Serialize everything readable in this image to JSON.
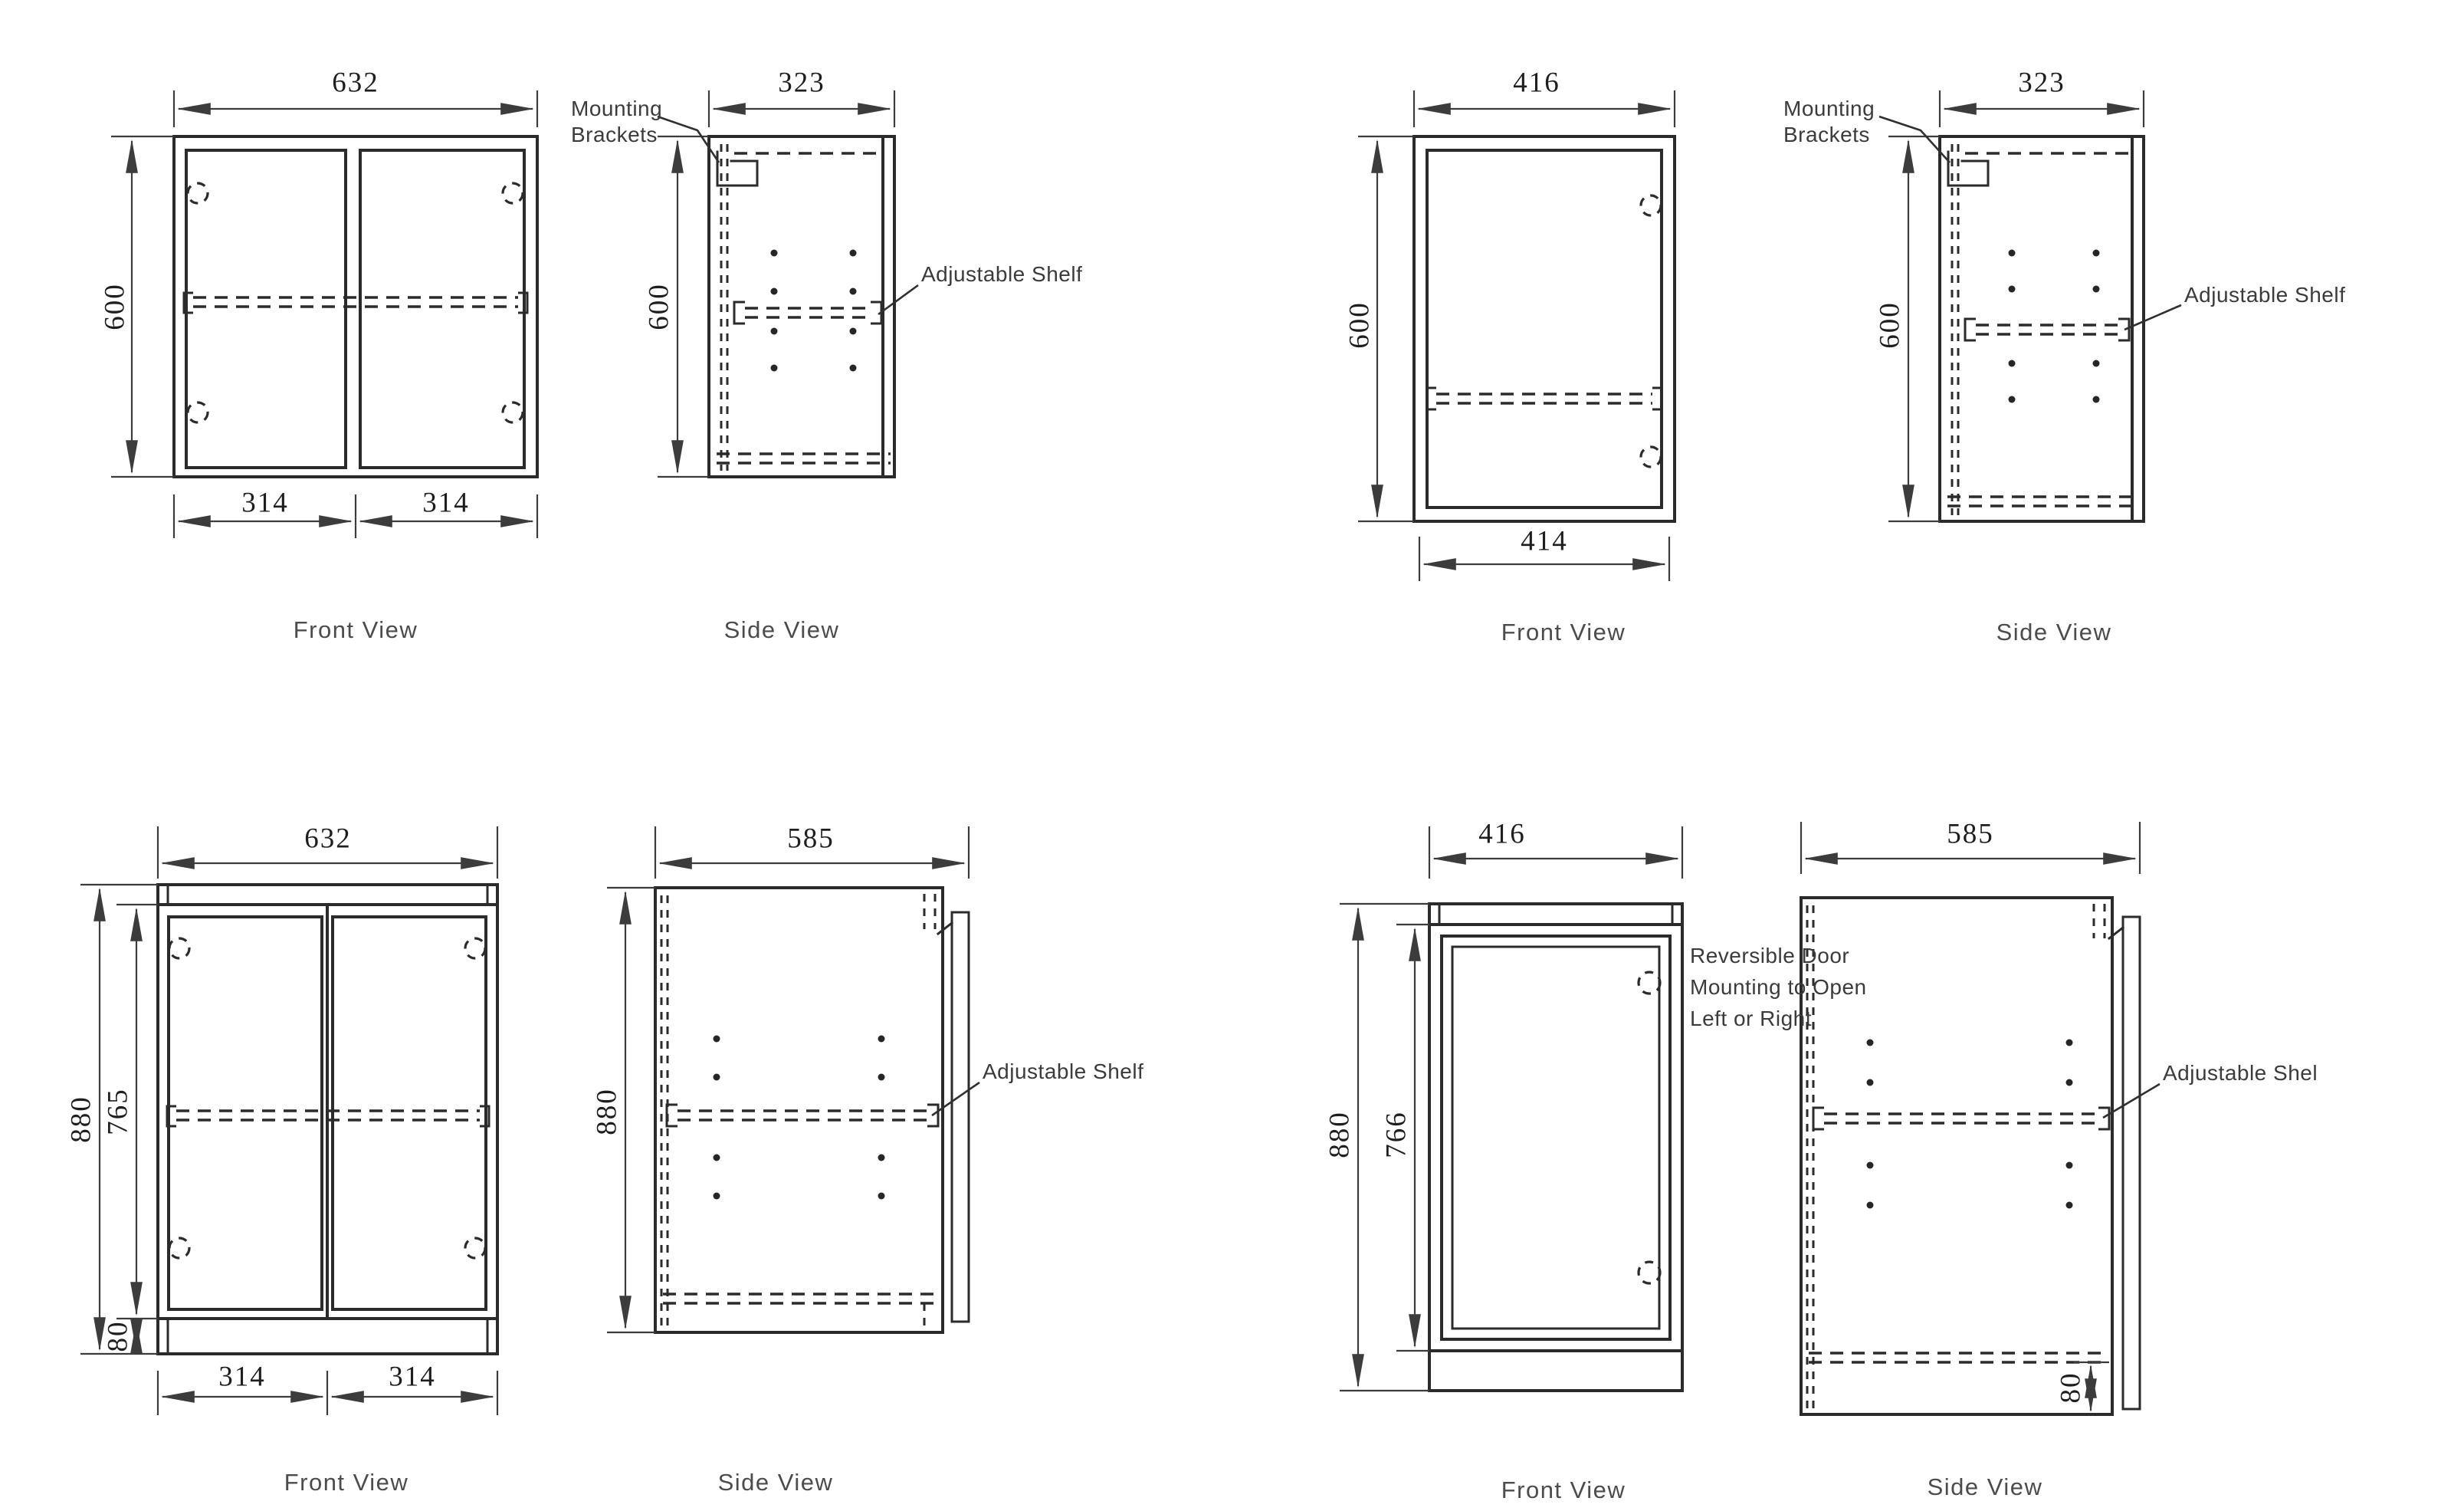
{
  "colors": {
    "background": "#ffffff",
    "line": "#2b2b2b",
    "dimension_text": "#1e1e1e",
    "label_text": "#3b3b3b"
  },
  "views": {
    "wall_double": {
      "front": {
        "title": "Front View",
        "width": "632",
        "height": "600",
        "door_widths": [
          "314",
          "314"
        ]
      },
      "side": {
        "title": "Side View",
        "depth": "323",
        "height": "600"
      }
    },
    "wall_single": {
      "front": {
        "title": "Front View",
        "width": "416",
        "height": "600",
        "opening_width": "414"
      },
      "side": {
        "title": "Side View",
        "depth": "323",
        "height": "600"
      }
    },
    "base_double": {
      "front": {
        "title": "Front View",
        "width": "632",
        "height": "880",
        "door_height": "765",
        "plinth_height": "80",
        "door_widths": [
          "314",
          "314"
        ]
      },
      "side": {
        "title": "Side View",
        "depth": "585",
        "height": "880"
      }
    },
    "base_single": {
      "front": {
        "title": "Front View",
        "width": "416",
        "height": "880",
        "door_height": "766"
      },
      "side": {
        "title": "Side View",
        "depth": "585",
        "plinth_height": "80"
      }
    }
  },
  "annotations": {
    "mounting_brackets": [
      "Mounting",
      "Brackets"
    ],
    "adjustable_shelf": "Adjustable Shelf",
    "adjustable_shelf_truncated": "Adjustable Shel",
    "reversible_door": [
      "Reversible Door",
      "Mounting to Open",
      "Left or Right"
    ]
  }
}
